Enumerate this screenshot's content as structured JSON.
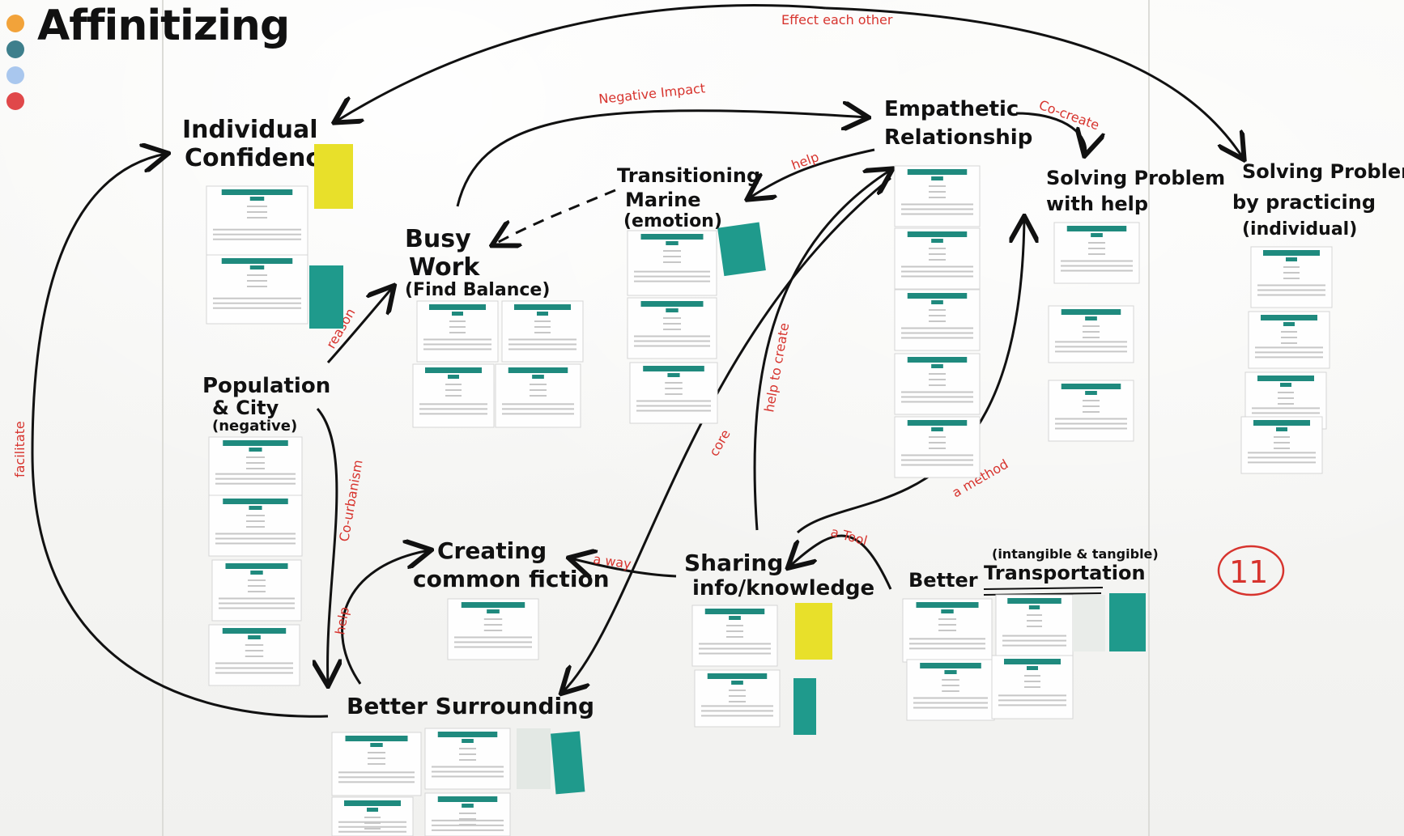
{
  "title": "Affinitizing",
  "slide_dots": [
    {
      "color": "#f2a33a"
    },
    {
      "color": "#3e7f8c"
    },
    {
      "color": "#a9c7ee"
    },
    {
      "color": "#e0484a"
    }
  ],
  "clusters": {
    "individual_confidence": [
      "Individual",
      "Confidence"
    ],
    "busy_work": [
      "Busy",
      "Work",
      "(Find Balance)"
    ],
    "transitioning_marine": [
      "Transitioning",
      "Marine",
      "(emotion)"
    ],
    "empathetic_relationship": [
      "Empathetic",
      "Relationship"
    ],
    "solving_with_help": [
      "Solving Problem",
      "with help"
    ],
    "solving_by_practicing": [
      "Solving Problem",
      "by practicing",
      "(individual)"
    ],
    "population_city": [
      "Population",
      "& City",
      "(negative)"
    ],
    "creating_common_fiction": [
      "Creating",
      "common fiction"
    ],
    "sharing_info": [
      "Sharing",
      "info/knowledge"
    ],
    "better_transportation": [
      "Better",
      "Transportation",
      "(intangible & tangible)"
    ],
    "better_surrounding": "Better Surrounding"
  },
  "relations": {
    "effect_each_other": "Effect each other",
    "negative_impact": "Negative Impact",
    "co_create": "Co-create",
    "help": "help",
    "reason": "reason",
    "facilitate": "facilitate",
    "co_urbanism": "Co-urbanism",
    "help_to_create": "help to create",
    "core": "core",
    "a_method": "a method",
    "a_tool": "a Tool",
    "a_way": "a way",
    "help2": "help"
  },
  "board_number": "11",
  "colors": {
    "ink": "#111111",
    "annotation": "#d7342e",
    "card_header": "#1f8a7e",
    "sticky_yellow": "#e8e02a",
    "sticky_teal": "#1f9a8c"
  }
}
